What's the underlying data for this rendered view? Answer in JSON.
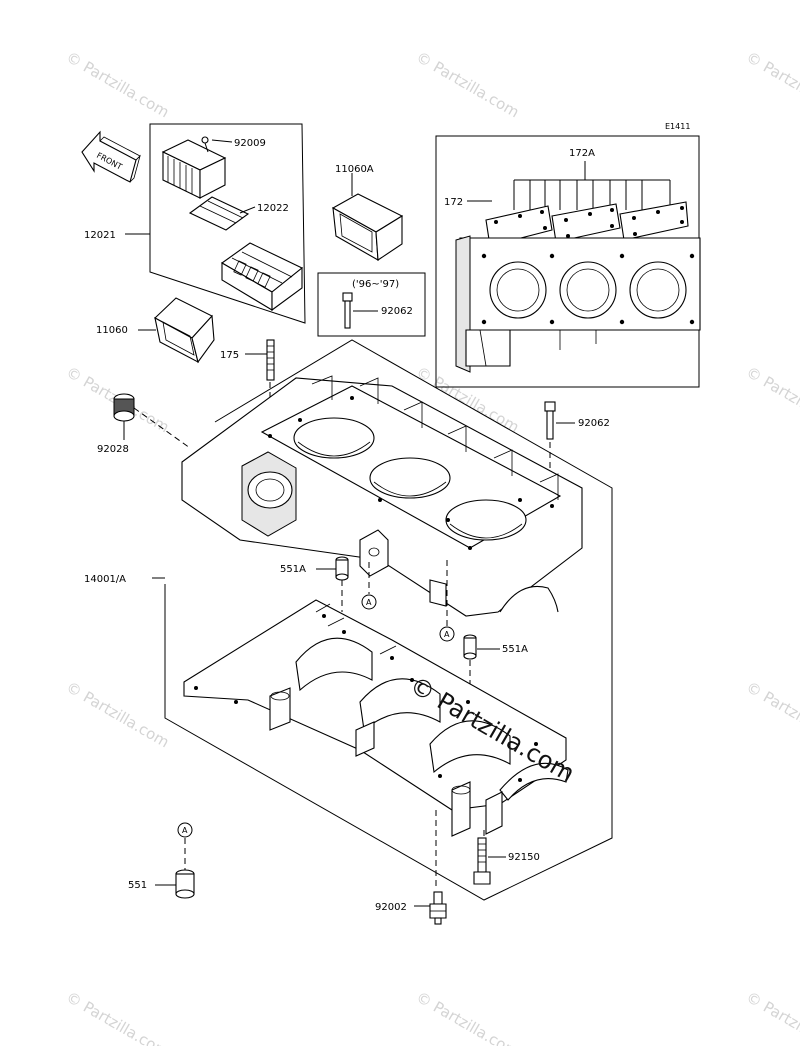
{
  "diagram_code": "E1411",
  "front_label": "FRONT",
  "watermark_text": "© Partzilla.com",
  "reference_mark": "A",
  "callouts": {
    "p92009": "92009",
    "p12022": "12022",
    "p12021": "12021",
    "p11060A": "11060A",
    "p11060": "11060",
    "p172A": "172A",
    "p172": "172",
    "year_note": "('96~'97)",
    "p92062_top": "92062",
    "p175": "175",
    "p92028": "92028",
    "p92062_right": "92062",
    "p14001A": "14001/A",
    "p551A_left": "551A",
    "p551A_right": "551A",
    "p92150": "92150",
    "p551": "551",
    "p92002": "92002"
  },
  "colors": {
    "line": "#000000",
    "watermark": "#d4d4d4",
    "background": "#ffffff"
  }
}
